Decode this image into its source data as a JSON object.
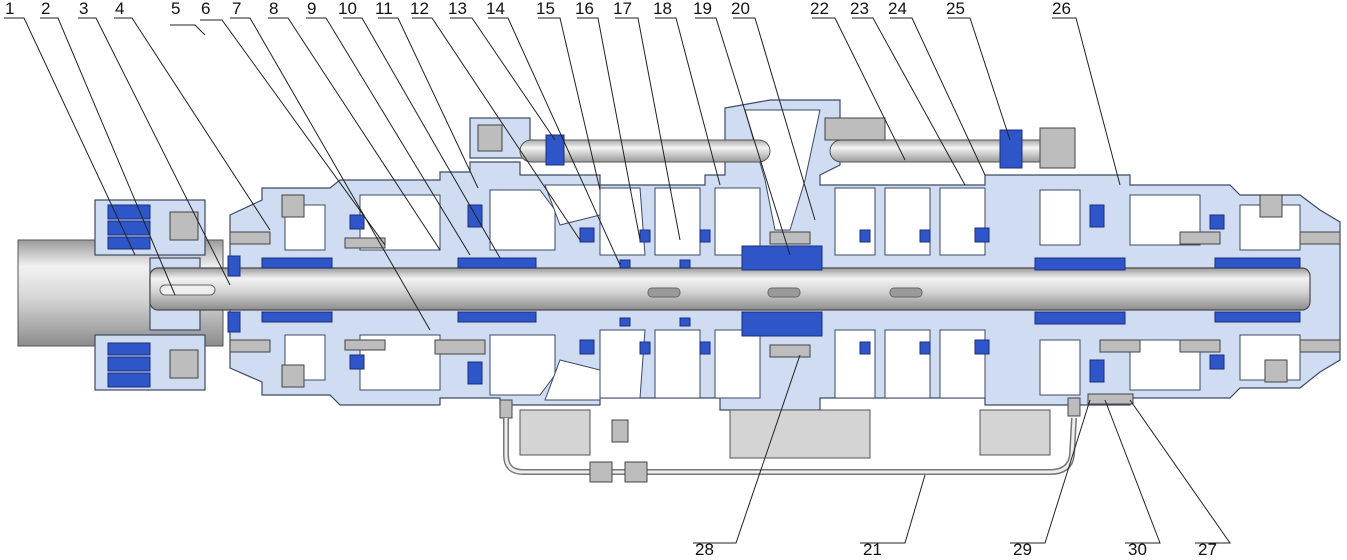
{
  "callouts": [
    {
      "id": "1",
      "text": "1"
    },
    {
      "id": "2",
      "text": "2"
    },
    {
      "id": "3",
      "text": "3"
    },
    {
      "id": "4",
      "text": "4"
    },
    {
      "id": "5",
      "text": "5"
    },
    {
      "id": "6",
      "text": "6"
    },
    {
      "id": "7",
      "text": "7"
    },
    {
      "id": "8",
      "text": "8"
    },
    {
      "id": "9",
      "text": "9"
    },
    {
      "id": "10",
      "text": "10"
    },
    {
      "id": "11",
      "text": "11"
    },
    {
      "id": "12",
      "text": "12"
    },
    {
      "id": "13",
      "text": "13"
    },
    {
      "id": "14",
      "text": "14"
    },
    {
      "id": "15",
      "text": "15"
    },
    {
      "id": "16",
      "text": "16"
    },
    {
      "id": "17",
      "text": "17"
    },
    {
      "id": "18",
      "text": "18"
    },
    {
      "id": "19",
      "text": "19"
    },
    {
      "id": "20",
      "text": "20"
    },
    {
      "id": "22",
      "text": "22"
    },
    {
      "id": "23",
      "text": "23"
    },
    {
      "id": "24",
      "text": "24"
    },
    {
      "id": "25",
      "text": "25"
    },
    {
      "id": "26",
      "text": "26"
    },
    {
      "id": "28",
      "text": "28"
    },
    {
      "id": "21",
      "text": "21"
    },
    {
      "id": "29",
      "text": "29"
    },
    {
      "id": "30",
      "text": "30"
    },
    {
      "id": "27",
      "text": "27"
    }
  ],
  "colors": {
    "casing": "#cfdcf1",
    "seal_blue": "#2f56c9",
    "shaft_steel": "#c9c9c9",
    "outline": "#3b4a66"
  }
}
